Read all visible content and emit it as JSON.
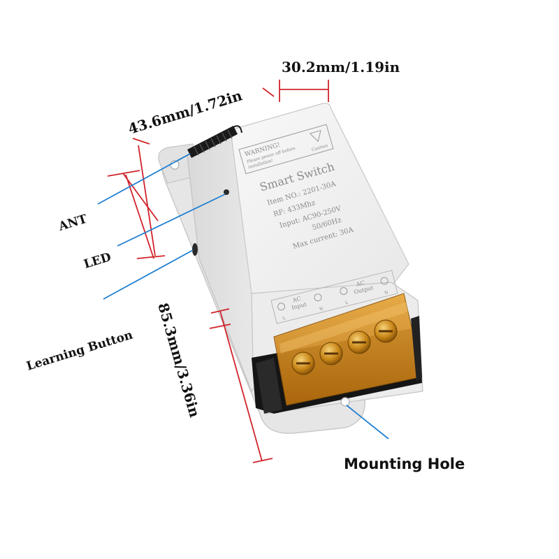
{
  "dimensions": {
    "depth": "43.6mm/1.72in",
    "height": "30.2mm/1.19in",
    "length": "85.3mm/3.36in"
  },
  "callouts": {
    "ant": "ANT",
    "led": "LED",
    "learning_button": "Learning Button",
    "mounting_hole": "Mounting Hole"
  },
  "device": {
    "warning_title": "WARNING!",
    "warning_line1": "Please power off before",
    "warning_line2": "installation!",
    "caution": "Caution",
    "product_name": "Smart Switch",
    "item_line": "Item NO.: 2201-30A",
    "rf_line": "RF: 433Mhz",
    "input_line": "Input: AC90-250V",
    "freq_line": "50/60Hz",
    "max_current_line": "Max current: 30A",
    "ac_input_label1": "AC",
    "ac_input_label2": "Input",
    "ac_output_label1": "AC",
    "ac_output_label2": "Output",
    "terminal_l": "L",
    "terminal_n": "N"
  },
  "colors": {
    "dimension_line": "#d0242b",
    "callout_line": "#1f7fd0",
    "housing": "#efefef",
    "terminal_cover": "#d08a1c"
  }
}
